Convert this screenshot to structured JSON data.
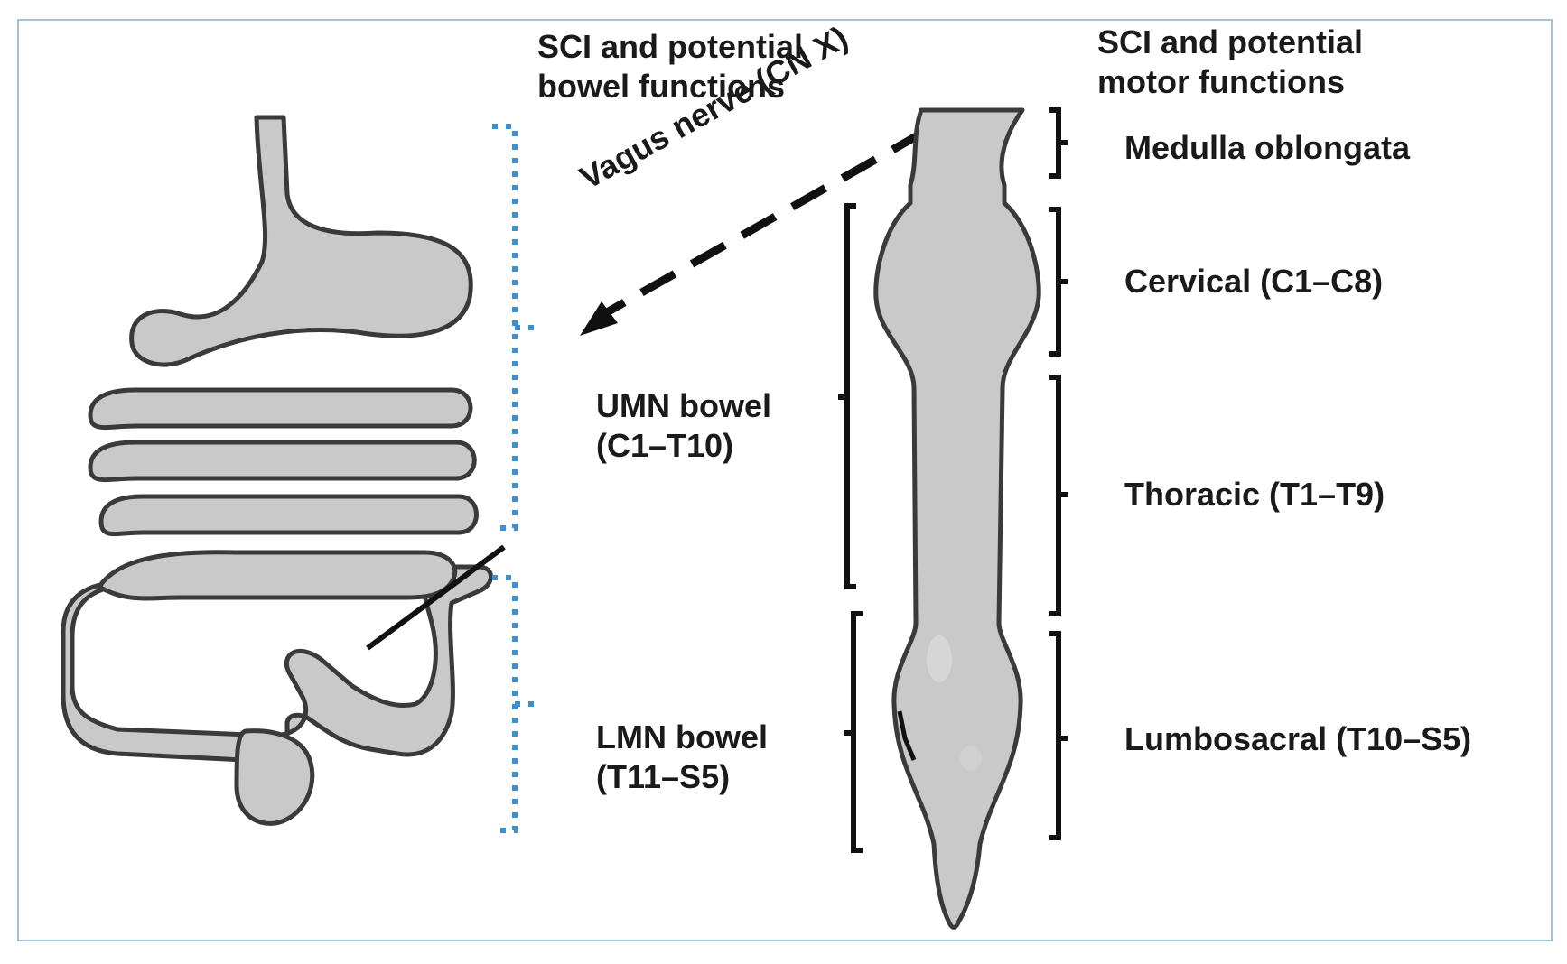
{
  "headings": {
    "bowel": [
      "SCI and potential",
      "bowel functions"
    ],
    "motor": [
      "SCI and potential",
      "motor functions"
    ]
  },
  "vagus_label": "Vagus nerve (CN X)",
  "bowel_regions": {
    "umn": [
      "UMN bowel",
      "(C1–T10)"
    ],
    "lmn": [
      "LMN bowel",
      "(T11–S5)"
    ]
  },
  "cord_regions": [
    "Medulla oblongata",
    "Cervical (C1–C8)",
    "Thoracic (T1–T9)",
    "Lumbosacral (T10–S5)"
  ],
  "colors": {
    "frame": "#9ec3dc",
    "organ_fill": "#c9c9c9",
    "organ_stroke": "#3a3a3a",
    "dotted_bracket": "#3a8fd6",
    "text": "#1a1a1a"
  }
}
